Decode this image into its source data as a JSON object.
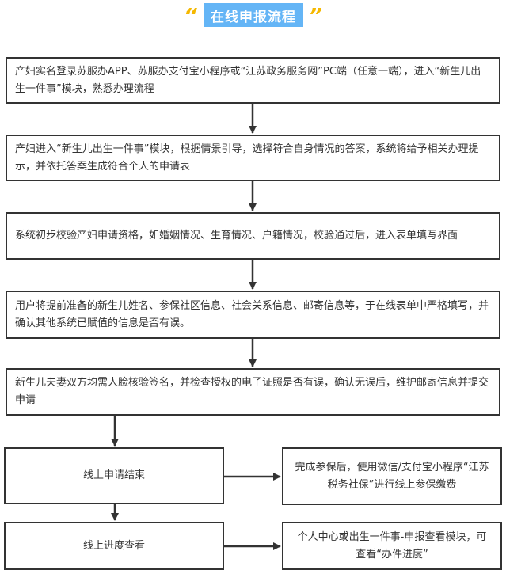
{
  "title": "在线申报流程",
  "quote_left": "“",
  "quote_right": "”",
  "steps": [
    "产妇实名登录苏服办APP、苏服办支付宝小程序或“江苏政务服务网”PC端（任意一端），进入“新生儿出生一件事”模块，熟悉办理流程",
    "产妇进入“新生儿出生一件事”模块，根据情景引导，选择符合自身情况的答案，系统将给予相关办理提示，并依托答案生成符合个人的申请表",
    "系统初步校验产妇申请资格，如婚姻情况、生育情况、户籍情况，校验通过后，进入表单填写界面",
    "用户将提前准备的新生儿姓名、参保社区信息、社会关系信息、邮寄信息等，于在线表单中严格填写，并确认其他系统已赋值的信息是否有误。",
    "新生儿夫妻双方均需人脸核验签名，并检查授权的电子证照是否有误，确认无误后，维护邮寄信息并提交申请",
    "线上申请结束",
    "线上进度查看"
  ],
  "side_notes": [
    "完成参保后，使用微信/支付宝小程序“江苏税务社保”进行线上参保缴费",
    "个人中心或出生一件事-申报查看模块，可查看“办件进度”"
  ]
}
